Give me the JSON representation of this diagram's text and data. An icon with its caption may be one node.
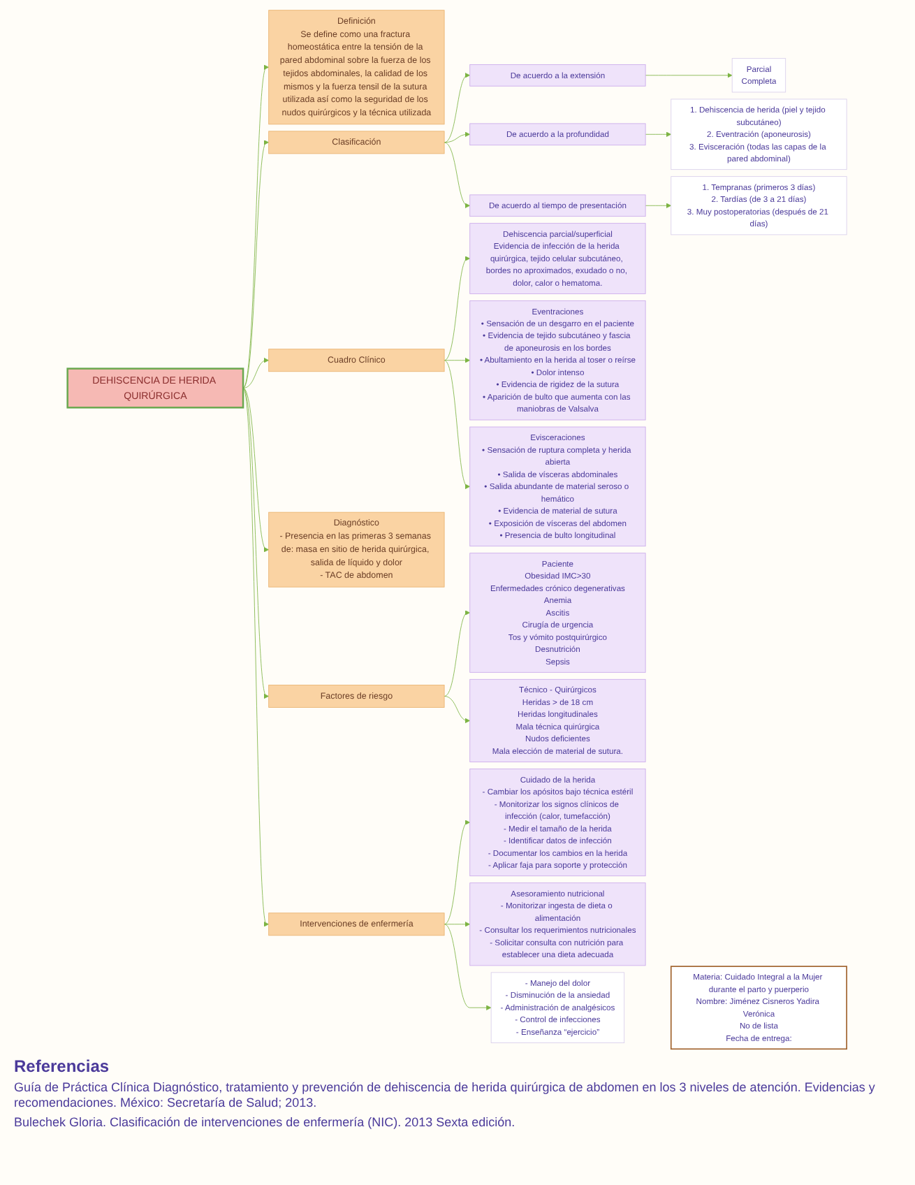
{
  "diagram": {
    "nodes": [
      {
        "text": [
          "Materia: Cuidado Integral a la Mujer durante el parto y puerperio",
          "Nombre: Jiménez Cisneros Yadira Verónica",
          "No de lista",
          "Fecha de entrega:"
        ]
      },
      {
        "text": [
          "DEHISCENCIA DE HERIDA QUIRÚRGICA"
        ]
      },
      {
        "text": [
          "Definición",
          "Se define como una fractura homeostática entre la tensión de la pared abdominal sobre la fuerza de los tejidos abdominales, la calidad de los mismos y la fuerza tensil de la sutura utilizada así como la seguridad de los nudos quirúrgicos y la técnica utilizada"
        ]
      },
      {
        "text": [
          "Clasificación"
        ]
      },
      {
        "text": [
          "De acuerdo a la extensión"
        ]
      },
      {
        "text": [
          "Parcial",
          "Completa"
        ]
      },
      {
        "text": [
          "De acuerdo a la profundidad"
        ]
      },
      {
        "text": [
          "1. Dehiscencia de herida (piel y tejido subcutáneo)",
          "2. Eventración (aponeurosis)",
          "3. Evisceración (todas las capas de la pared abdominal)"
        ]
      },
      {
        "text": [
          "De acuerdo al tiempo de presentación"
        ]
      },
      {
        "text": [
          "1. Tempranas (primeros 3 días)",
          "2. Tardías (de 3 a 21 días)",
          "3. Muy postoperatorias (después de 21 días)"
        ]
      },
      {
        "text": [
          "Cuadro Clínico"
        ]
      },
      {
        "text": [
          "Dehiscencia parcial/superficial",
          "Evidencia de infección de la herida quirúrgica, tejido celular subcutáneo, bordes no aproximados, exudado o no, dolor, calor o hematoma."
        ]
      },
      {
        "text": [
          "Eventraciones",
          "• Sensación de un desgarro en el paciente",
          "• Evidencia de tejido subcutáneo y fascia de aponeurosis en los bordes",
          "• Abultamiento en la herida al toser o reírse",
          "• Dolor intenso",
          "• Evidencia de rigidez de la sutura",
          "• Aparición de bulto que aumenta con las maniobras de Valsalva"
        ]
      },
      {
        "text": [
          "Evisceraciones",
          "• Sensación de ruptura completa y herida abierta",
          "• Salida de vísceras abdominales",
          "• Salida abundante de material seroso o hemático",
          "• Evidencia de material de sutura",
          "• Exposición de vísceras del abdomen",
          "• Presencia de bulto longitudinal"
        ]
      },
      {
        "text": [
          "Diagnóstico",
          "- Presencia en las primeras 3 semanas de: masa en sitio de herida quirúrgica, salida de líquido y dolor",
          "- TAC de abdomen"
        ]
      },
      {
        "text": [
          "Factores de riesgo"
        ]
      },
      {
        "text": [
          "Paciente",
          "Obesidad IMC>30",
          "Enfermedades crónico degenerativas",
          "Anemia",
          "Ascitis",
          "Cirugía de urgencia",
          "Tos y vómito postquirúrgico",
          "Desnutrición",
          "Sepsis"
        ]
      },
      {
        "text": [
          "Técnico - Quirúrgicos",
          "Heridas > de 18 cm",
          "Heridas longitudinales",
          "Mala técnica quirúrgica",
          "Nudos deficientes",
          "Mala elección de material de sutura."
        ]
      },
      {
        "text": [
          "Intervenciones de enfermería"
        ]
      },
      {
        "text": [
          "Cuidado de la herida",
          "- Cambiar los apósitos bajo técnica estéril",
          "- Monitorizar los signos clínicos de infección (calor, tumefacción)",
          "- Medir el tamaño de la herida",
          "- Identificar datos de infección",
          "- Documentar los cambios en la herida",
          "- Aplicar faja para soporte y protección"
        ]
      },
      {
        "text": [
          "Asesoramiento nutricional",
          "- Monitorizar ingesta de dieta o alimentación",
          "- Consultar los requerimientos nutricionales",
          "- Solicitar consulta con nutrición para establecer una dieta adecuada"
        ]
      },
      {
        "text": [
          "- Manejo del dolor",
          "- Disminución de la ansiedad",
          "- Administración de analgésicos",
          "- Control de infecciones",
          "- Enseñanza “ejercicio”"
        ]
      }
    ],
    "edges": [
      {
        "from": 1,
        "to": 2,
        "arrow": "to"
      },
      {
        "from": 1,
        "to": 3,
        "arrow": "to"
      },
      {
        "from": 1,
        "to": 10,
        "arrow": "to"
      },
      {
        "from": 1,
        "to": 14,
        "arrow": "to"
      },
      {
        "from": 1,
        "to": 15,
        "arrow": "to"
      },
      {
        "from": 1,
        "to": 18,
        "arrow": "to"
      },
      {
        "from": 3,
        "to": 4,
        "arrow": "to"
      },
      {
        "from": 3,
        "to": 6,
        "arrow": "to"
      },
      {
        "from": 3,
        "to": 8,
        "arrow": "to"
      },
      {
        "from": 4,
        "to": 5,
        "arrow": "to"
      },
      {
        "from": 6,
        "to": 7,
        "arrow": "to"
      },
      {
        "from": 8,
        "to": 9,
        "arrow": "to"
      },
      {
        "from": 10,
        "to": 11,
        "arrow": "to"
      },
      {
        "from": 10,
        "to": 12,
        "arrow": "to"
      },
      {
        "from": 10,
        "to": 13,
        "arrow": "to"
      },
      {
        "from": 15,
        "to": 16,
        "arrow": "to"
      },
      {
        "from": 15,
        "to": 17,
        "arrow": "to"
      },
      {
        "from": 18,
        "to": 19,
        "arrow": "to"
      },
      {
        "from": 18,
        "to": 20,
        "arrow": "to"
      },
      {
        "from": 18,
        "to": 21,
        "arrow": "to"
      }
    ],
    "labels": [
      "Referencias",
      "Guía de Práctica Clínica Diagnóstico, tratamiento y prevención de dehiscencia de herida quirúrgica de abdomen en los 3 niveles de atención. Evidencias y recomendaciones. México: Secretaría de Salud; 2013.",
      "Bulechek Gloria. Clasificación de intervenciones de enfermería (NIC). 2013 Sexta edición."
    ]
  }
}
